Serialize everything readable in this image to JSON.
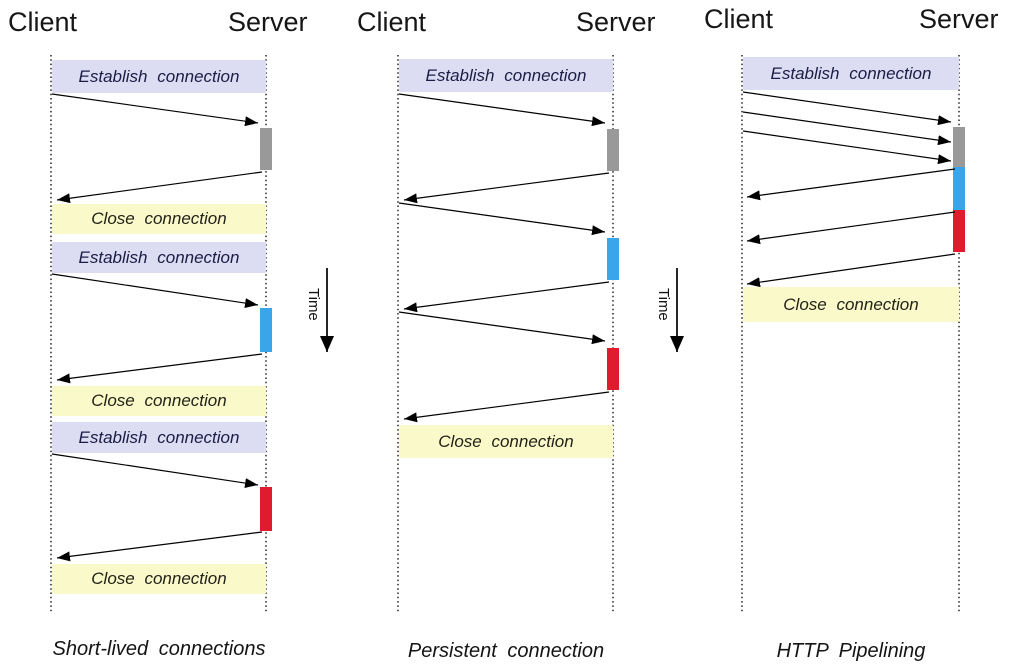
{
  "labels": {
    "client": "Client",
    "server": "Server",
    "establish_connection": "Establish connection",
    "close_connection": "Close connection",
    "time": "Time"
  },
  "panels": [
    {
      "client": "Client",
      "server": "Server",
      "caption": "Short-lived connections",
      "establish_boxes": 3,
      "close_boxes": 3,
      "request_arrows": 3,
      "response_arrows": 3,
      "server_processing_bars": [
        "gray",
        "blue",
        "red"
      ]
    },
    {
      "client": "Client",
      "server": "Server",
      "caption": "Persistent connection",
      "establish_boxes": 1,
      "close_boxes": 1,
      "request_arrows": 3,
      "response_arrows": 3,
      "server_processing_bars": [
        "gray",
        "blue",
        "red"
      ]
    },
    {
      "client": "Client",
      "server": "Server",
      "caption": "HTTP Pipelining",
      "establish_boxes": 1,
      "close_boxes": 1,
      "request_arrows": 3,
      "response_arrows": 3,
      "server_processing_bars": [
        "gray",
        "blue",
        "red"
      ]
    }
  ],
  "colors": {
    "establish_bg": "#dcdcf2",
    "close_bg": "#f9f9c9",
    "bar_gray": "#999999",
    "bar_blue": "#3aa5e8",
    "bar_red": "#df1c2e",
    "line": "#000000"
  }
}
